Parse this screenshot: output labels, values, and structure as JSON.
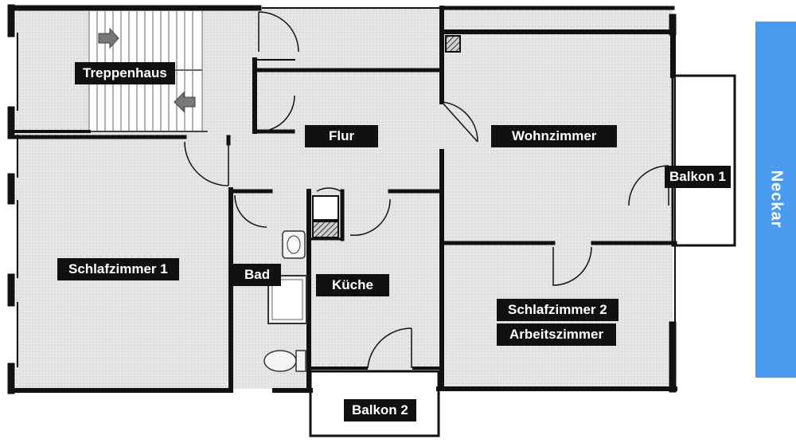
{
  "rooms": {
    "treppenhaus": "Treppenhaus",
    "flur": "Flur",
    "wohnzimmer": "Wohnzimmer",
    "balkon1": "Balkon 1",
    "schlafzimmer1": "Schlafzimmer 1",
    "bad": "Bad",
    "kueche": "Küche",
    "schlafzimmer2": "Schlafzimmer 2",
    "arbeitszimmer": "Arbeitszimmer",
    "balkon2": "Balkon 2"
  },
  "river": {
    "label": "Neckar",
    "color": "#4a9af0"
  },
  "colors": {
    "wall": "#111111",
    "floor": "#e4e4e4",
    "label_bg": "#111111"
  }
}
